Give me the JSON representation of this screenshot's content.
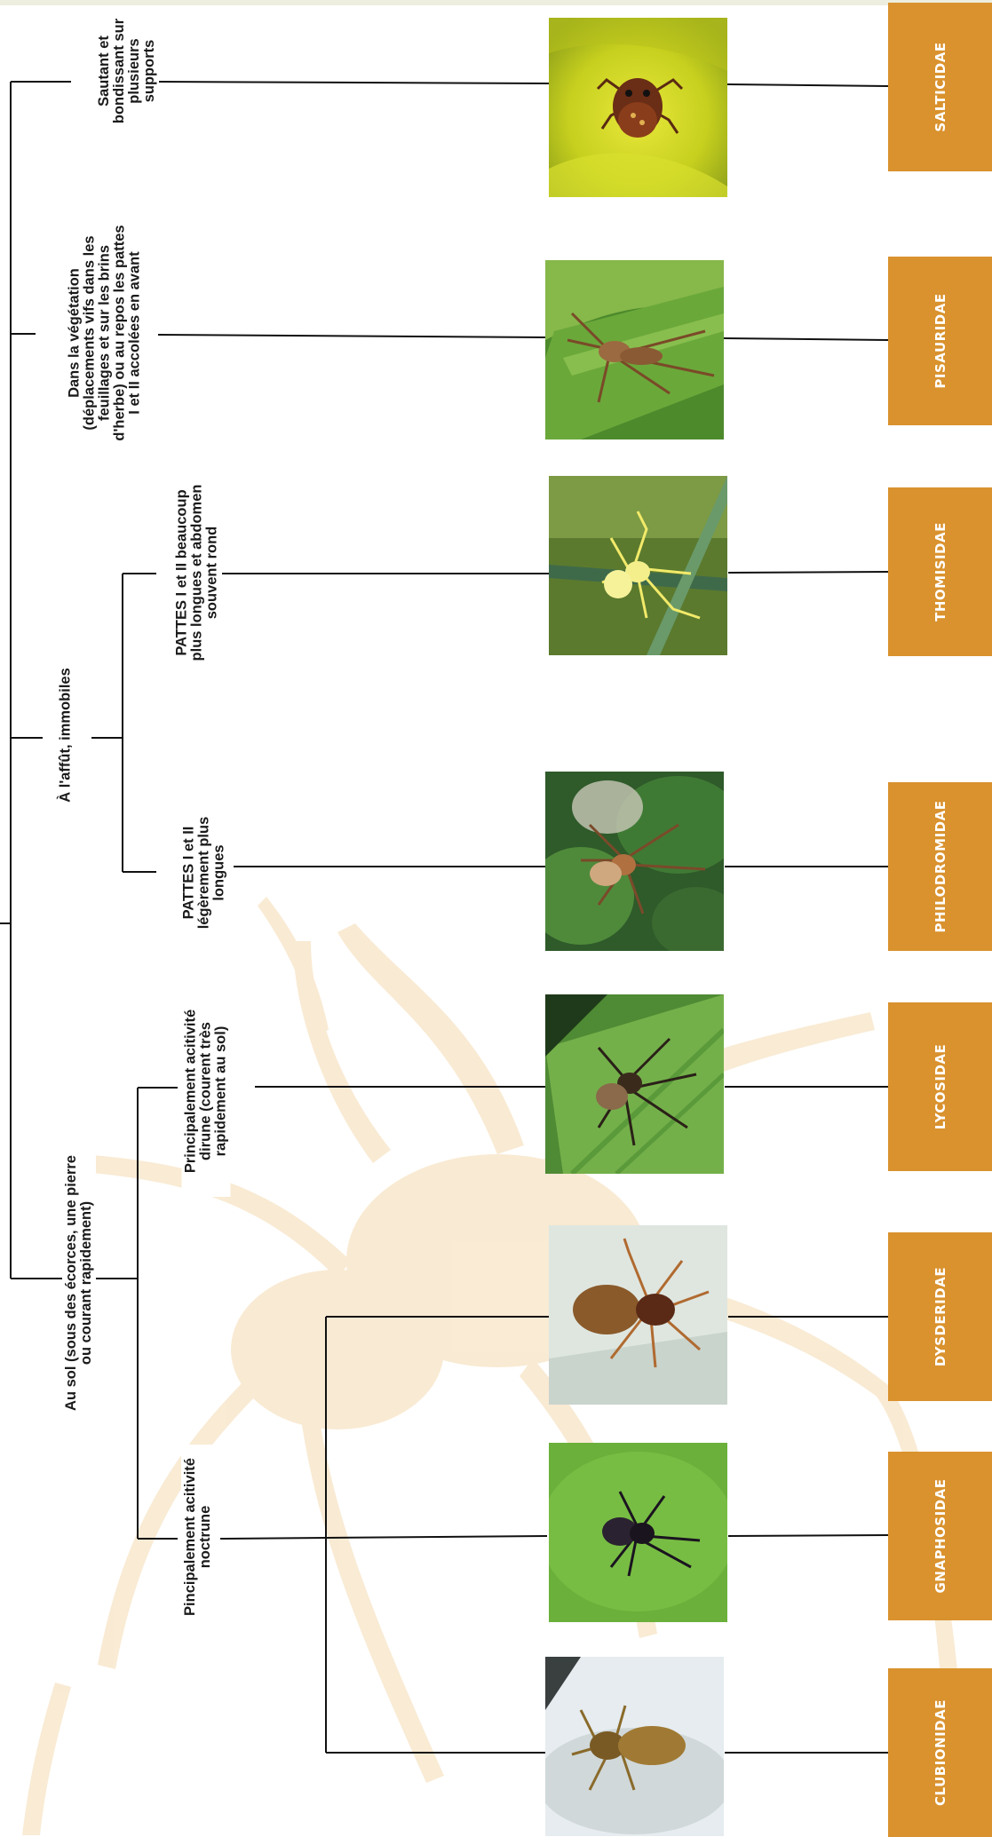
{
  "categories": {
    "saut": "Sautant et bondissant sur plusieurs supports",
    "vegetation": "Dans la végétation (déplacements vifs dans les feuillages et sur les brins d'herbe) ou au repos les pattes I et II accolées en avant",
    "affut": "À l'affût, immobiles",
    "sol": "Au sol (sous des écorces, une pierre ou courant rapidement)"
  },
  "subcategories": {
    "pattes_longues": "PATTES I et II beaucoup plus longues et abdomen souvent rond",
    "pattes_legeres": "PATTES I et II légèrement plus longues",
    "diurne": "Principalement acitivité dirune (courent très rapidement au sol)",
    "nocturne": "Pincipalement acitivité noctrune"
  },
  "families": [
    {
      "name": "SALTICIDAE",
      "photo_icon": "jumping-spider-on-yellow-flower"
    },
    {
      "name": "PISAURIDAE",
      "photo_icon": "nursery-web-spider-on-grass"
    },
    {
      "name": "THOMISIDAE",
      "photo_icon": "yellow-crab-spider-on-grass"
    },
    {
      "name": "PHILODROMIDAE",
      "photo_icon": "running-crab-spider-on-leaf"
    },
    {
      "name": "LYCOSIDAE",
      "photo_icon": "wolf-spider-on-leaf"
    },
    {
      "name": "DYSDERIDAE",
      "photo_icon": "woodlouse-hunter-spider"
    },
    {
      "name": "GNAPHOSIDAE",
      "photo_icon": "ground-spider-on-green"
    },
    {
      "name": "CLUBIONIDAE",
      "photo_icon": "sac-spider-on-white"
    }
  ],
  "colors": {
    "family_box": "#d9922e",
    "line": "#111111",
    "watermark": "#f6e3c6"
  }
}
